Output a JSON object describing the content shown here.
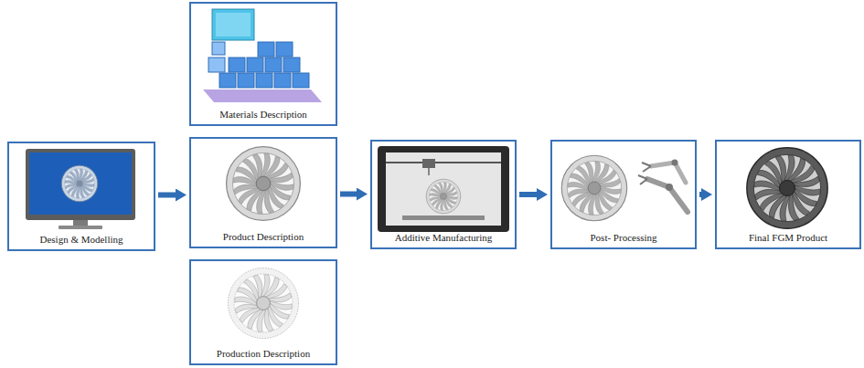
{
  "diagram": {
    "nodes": [
      {
        "text": [
          "Design & Modelling"
        ]
      },
      {
        "text": [
          "Materials Description"
        ]
      },
      {
        "text": [
          "Product Description"
        ]
      },
      {
        "text": [
          "Production Description"
        ]
      },
      {
        "text": [
          "Additive Manufacturing"
        ]
      },
      {
        "text": [
          "Post- Processing"
        ]
      },
      {
        "text": [
          "Final FGM Product"
        ]
      }
    ],
    "edges": [
      {
        "from": 0,
        "to": 2,
        "arrow": "to"
      },
      {
        "from": 2,
        "to": 4,
        "arrow": "to"
      },
      {
        "from": 4,
        "to": 5,
        "arrow": "to"
      },
      {
        "from": 5,
        "to": 6,
        "arrow": "to"
      }
    ]
  }
}
